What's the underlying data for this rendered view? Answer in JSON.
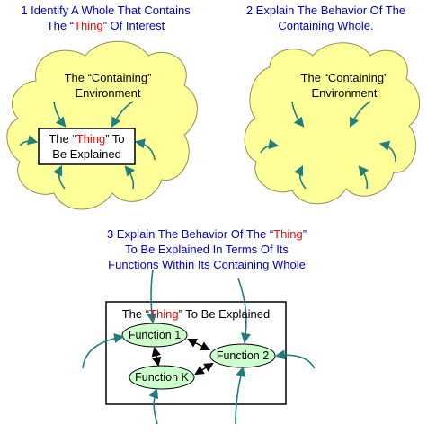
{
  "step1": {
    "line1": "1 Identify A Whole That Contains",
    "line2_before": "The “",
    "line2_thing": "Thing",
    "line2_after": "” Of Interest"
  },
  "step2": {
    "line1": "2 Explain The Behavior Of The",
    "line2": "Containing Whole."
  },
  "step3": {
    "line1_before": "3 Explain The Behavior Of The “",
    "line1_thing": "Thing",
    "line1_after": "”",
    "line2": "To Be Explained  In Terms Of Its",
    "line3": "Functions Within Its Containing  Whole"
  },
  "cloud1": {
    "env_line1": "The “Containing”",
    "env_line2": "Environment",
    "box_before": "The “",
    "box_thing": "Thing",
    "box_after": "” To",
    "box_line2": "Be Explained"
  },
  "cloud2": {
    "env_line1": "The “Containing”",
    "env_line2": "Environment"
  },
  "system": {
    "title_before": "The “",
    "title_thing": "Thing",
    "title_after": "” To Be Explained",
    "functions": [
      "Function 1",
      "Function 2",
      "Function K"
    ]
  },
  "colors": {
    "caption": "#0000cc",
    "highlight": "#ff0000",
    "cloud_fill": "#ffff99",
    "arrow": "#1f7f7f",
    "function_fill": "#ccffcc"
  }
}
